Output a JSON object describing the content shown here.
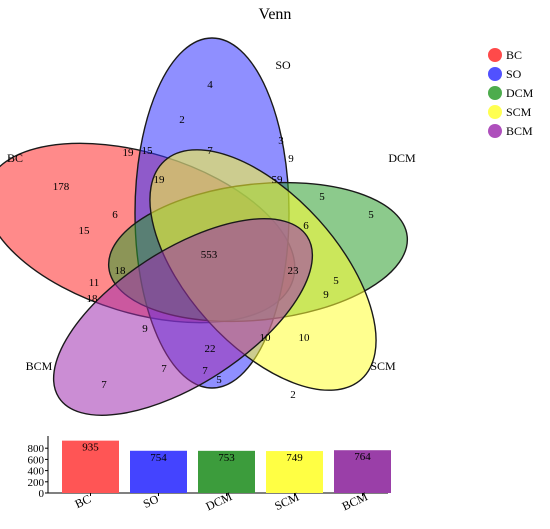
{
  "chart_data": {
    "type": "venn",
    "title": "Venn",
    "sets": [
      {
        "name": "BC",
        "color": "#ff2a2a"
      },
      {
        "name": "SO",
        "color": "#3333ff"
      },
      {
        "name": "DCM",
        "color": "#2e9e2e"
      },
      {
        "name": "SCM",
        "color": "#ffff33"
      },
      {
        "name": "BCM",
        "color": "#a030b0"
      }
    ],
    "region_counts": [
      {
        "sets": [
          "BC"
        ],
        "value": 178
      },
      {
        "sets": [
          "SO"
        ],
        "value": 4
      },
      {
        "sets": [
          "DCM"
        ],
        "value": 5
      },
      {
        "sets": [
          "SCM"
        ],
        "value": 2
      },
      {
        "sets": [
          "BCM"
        ],
        "value": 7
      },
      {
        "sets": [
          "SO",
          "SCM"
        ],
        "value": 2
      },
      {
        "sets": [
          "BC",
          "SO"
        ],
        "value": 19
      },
      {
        "sets": [
          "BC",
          "SO",
          "SCM"
        ],
        "value": 15
      },
      {
        "sets": [
          "SO",
          "SCM",
          "DCM"
        ],
        "value": 7
      },
      {
        "sets": [
          "SO",
          "DCM"
        ],
        "value": 3
      },
      {
        "sets": [
          "SO",
          "DCM",
          "SCM"
        ],
        "value": 9
      },
      {
        "sets": [
          "BC",
          "SO",
          "SCM",
          "DCM"
        ],
        "value": 19
      },
      {
        "sets": [
          "SO",
          "SCM",
          "DCM",
          "BCM"
        ],
        "value": 59
      },
      {
        "sets": [
          "DCM",
          "BCM"
        ],
        "value": 5
      },
      {
        "sets": [
          "BC",
          "DCM"
        ],
        "value": 6
      },
      {
        "sets": [
          "BC",
          "DCM",
          "BCM"
        ],
        "value": 15
      },
      {
        "sets": [
          "SO",
          "DCM",
          "BCM"
        ],
        "value": 6
      },
      {
        "sets": [
          "BC",
          "SO",
          "DCM",
          "SCM",
          "BCM"
        ],
        "value": 553
      },
      {
        "sets": [
          "BC",
          "DCM",
          "SCM",
          "BCM"
        ],
        "value": 18
      },
      {
        "sets": [
          "DCM",
          "SCM",
          "BCM"
        ],
        "value": 23
      },
      {
        "sets": [
          "DCM",
          "SCM"
        ],
        "value": 5
      },
      {
        "sets": [
          "SO",
          "DCM",
          "SCM",
          "BCM"
        ],
        "value": 9
      },
      {
        "sets": [
          "BC",
          "BCM"
        ],
        "value": 11
      },
      {
        "sets": [
          "BC",
          "SO",
          "BCM"
        ],
        "value": 18
      },
      {
        "sets": [
          "BC",
          "SO",
          "DCM",
          "BCM"
        ],
        "value": 9
      },
      {
        "sets": [
          "BC",
          "SCM",
          "BCM"
        ],
        "value": 22
      },
      {
        "sets": [
          "SCM",
          "BCM",
          "DCM"
        ],
        "value": 10
      },
      {
        "sets": [
          "SCM",
          "DCM"
        ],
        "value": 10
      },
      {
        "sets": [
          "SO",
          "BCM"
        ],
        "value": 7
      },
      {
        "sets": [
          "SO",
          "SCM",
          "BCM"
        ],
        "value": 7
      },
      {
        "sets": [
          "SCM",
          "BCM"
        ],
        "value": 5
      }
    ],
    "bar_chart": {
      "type": "bar",
      "categories": [
        "BC",
        "SO",
        "DCM",
        "SCM",
        "BCM"
      ],
      "values": [
        935,
        754,
        753,
        749,
        764
      ],
      "colors": [
        "#ff5555",
        "#4444ff",
        "#3c9c3c",
        "#ffff44",
        "#9a3fa8"
      ],
      "ylim": [
        0,
        1000
      ],
      "yticks": [
        0,
        200,
        400,
        600,
        800
      ]
    },
    "legend_position": "top-right"
  }
}
